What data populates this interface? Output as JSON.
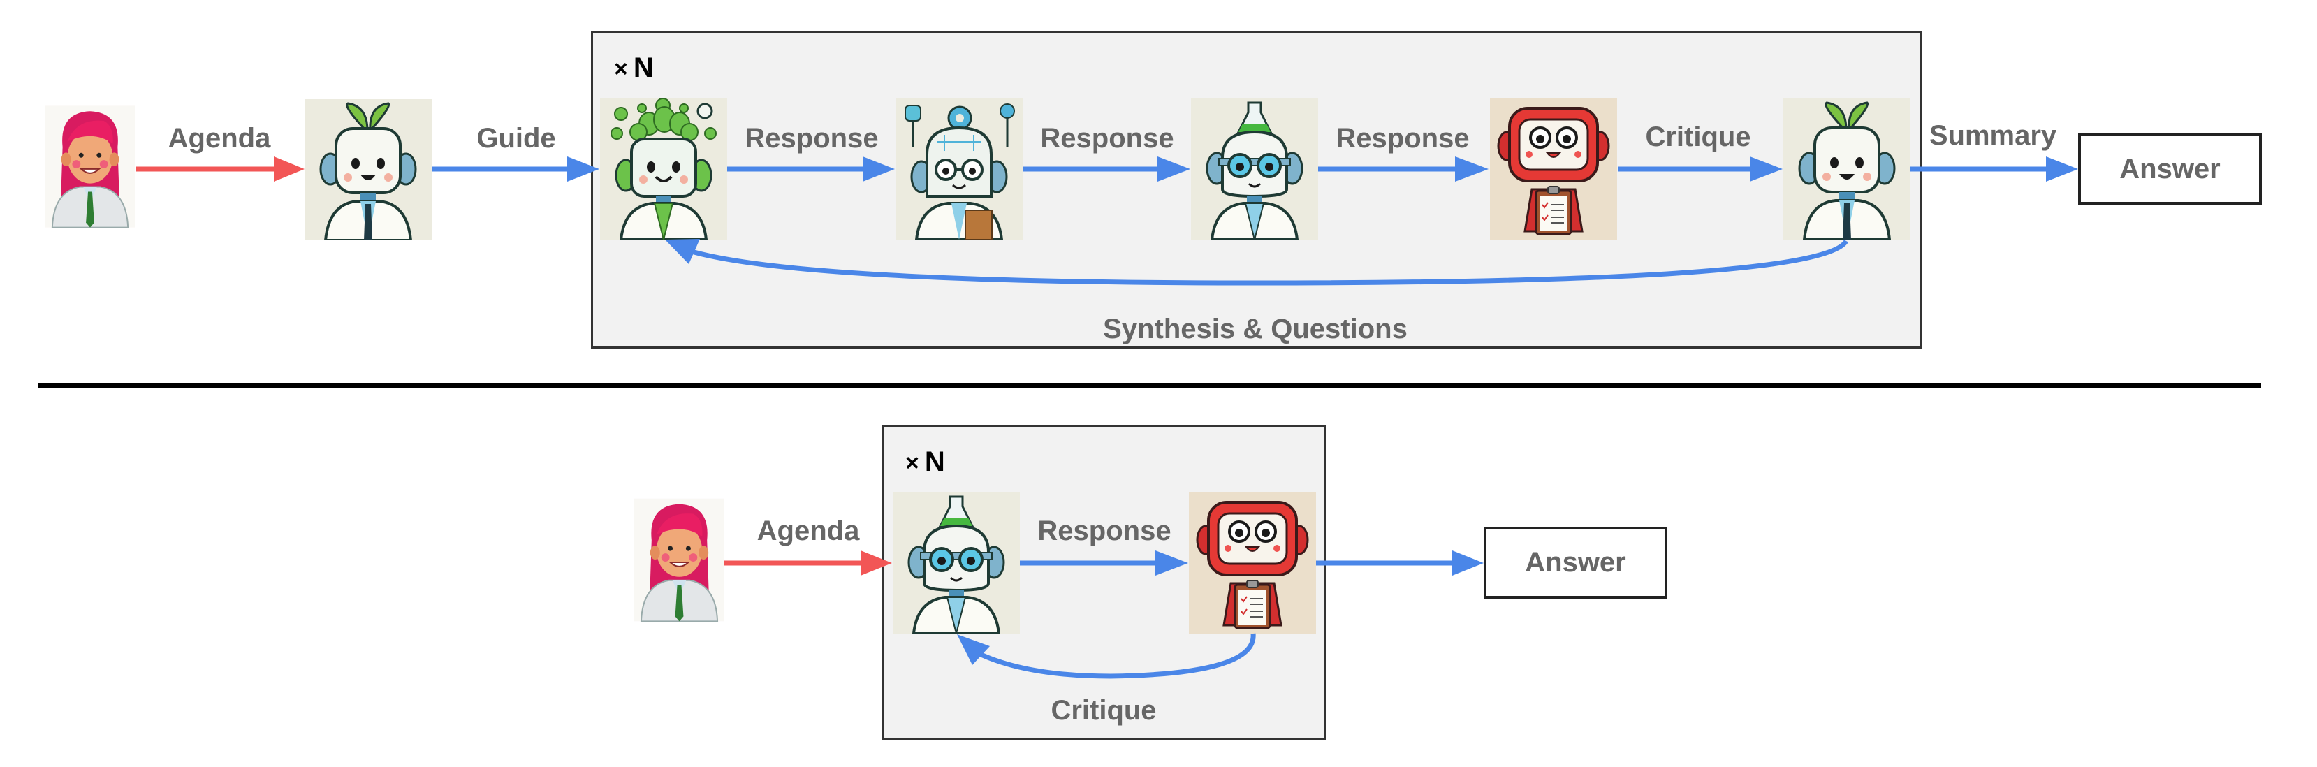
{
  "colors": {
    "human_arrow": "#f25656",
    "agent_arrow": "#4a86e8",
    "label_text": "#666666",
    "loop_box_fill": "#f2f2f2"
  },
  "top_workflow": {
    "loop_label": {
      "times": "×",
      "n": "N"
    },
    "participants": [
      {
        "role": "human-researcher",
        "icon": "woman-scientist-icon"
      },
      {
        "role": "pi-agent",
        "icon": "sprout-robot-icon"
      },
      {
        "role": "pi-agent-thinking",
        "icon": "leafy-brain-robot-icon"
      },
      {
        "role": "engineer-agent",
        "icon": "gear-robot-icon"
      },
      {
        "role": "chemist-agent",
        "icon": "flask-robot-icon"
      },
      {
        "role": "critic-agent",
        "icon": "red-clipboard-robot-icon"
      },
      {
        "role": "pi-agent-summary",
        "icon": "sprout-robot-icon"
      }
    ],
    "edges": [
      {
        "label": "Agenda",
        "color": "human"
      },
      {
        "label": "Guide",
        "color": "agent"
      },
      {
        "label": "Response",
        "color": "agent"
      },
      {
        "label": "Response",
        "color": "agent"
      },
      {
        "label": "Response",
        "color": "agent"
      },
      {
        "label": "Critique",
        "color": "agent"
      },
      {
        "label": "Summary",
        "color": "agent"
      }
    ],
    "feedback_label": "Synthesis & Questions",
    "answer_label": "Answer"
  },
  "bottom_workflow": {
    "loop_label": {
      "times": "×",
      "n": "N"
    },
    "participants": [
      {
        "role": "human-researcher",
        "icon": "woman-scientist-icon"
      },
      {
        "role": "chemist-agent",
        "icon": "flask-robot-icon"
      },
      {
        "role": "critic-agent",
        "icon": "red-clipboard-robot-icon"
      }
    ],
    "edges": [
      {
        "label": "Agenda",
        "color": "human"
      },
      {
        "label": "Response",
        "color": "agent"
      }
    ],
    "feedback_label": "Critique",
    "answer_label": "Answer"
  }
}
